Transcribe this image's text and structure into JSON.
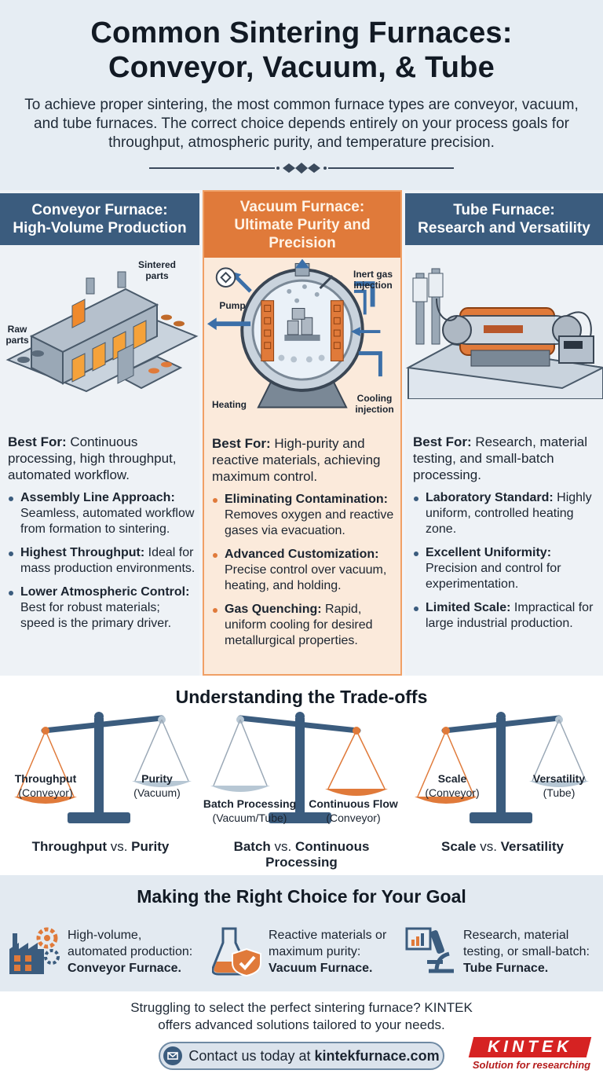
{
  "header": {
    "title_line1": "Common Sintering Furnaces:",
    "title_line2": "Conveyor, Vacuum, & Tube",
    "intro": "To achieve proper sintering, the most common furnace types are conveyor, vacuum, and tube furnaces. The correct choice depends entirely on your process goals for throughput, atmospheric purity, and temperature precision."
  },
  "columns": [
    {
      "title_line1": "Conveyor Furnace:",
      "title_line2": "High-Volume Production",
      "illus_labels": {
        "sintered": "Sintered parts",
        "raw": "Raw parts"
      },
      "best_label": "Best For:",
      "best_text": " Continuous processing, high throughput, automated workflow.",
      "bullets": [
        {
          "title": "Assembly Line Approach:",
          "text": " Seamless, automated workflow from formation to sintering."
        },
        {
          "title": "Highest Throughput:",
          "text": " Ideal for mass production environments."
        },
        {
          "title": "Lower Atmospheric Control:",
          "text": " Best for robust materials; speed is the primary driver."
        }
      ]
    },
    {
      "title_line1": "Vacuum Furnace:",
      "title_line2": "Ultimate Purity and Precision",
      "illus_labels": {
        "pump": "Pump",
        "inert": "Inert gas injection",
        "heating": "Heating",
        "cooling": "Cooling injection"
      },
      "best_label": "Best For:",
      "best_text": " High-purity and reactive materials, achieving maximum control.",
      "bullets": [
        {
          "title": "Eliminating Contamination:",
          "text": " Removes oxygen and reactive gases via evacuation."
        },
        {
          "title": "Advanced Customization:",
          "text": " Precise control over vacuum, heating, and holding."
        },
        {
          "title": "Gas Quenching:",
          "text": " Rapid, uniform cooling for desired metallurgical properties."
        }
      ]
    },
    {
      "title_line1": "Tube Furnace:",
      "title_line2": "Research and Versatility",
      "best_label": "Best For:",
      "best_text": " Research, material testing, and small-batch processing.",
      "bullets": [
        {
          "title": "Laboratory Standard:",
          "text": " Highly uniform, controlled heating zone."
        },
        {
          "title": "Excellent Uniformity:",
          "text": " Precision and control for experimentation."
        },
        {
          "title": "Limited Scale:",
          "text": " Impractical for large industrial production."
        }
      ]
    }
  ],
  "tradeoffs": {
    "title": "Understanding the Trade-offs",
    "scales": [
      {
        "left_main": "Throughput",
        "left_sub": "(Conveyor)",
        "right_main": "Purity",
        "right_sub": "(Vacuum)",
        "cap_a": "Throughput",
        "cap_vs": " vs. ",
        "cap_b": "Purity"
      },
      {
        "left_main": "Batch Processing",
        "left_sub": "(Vacuum/Tube)",
        "right_main": "Continuous Flow",
        "right_sub": "(Conveyor)",
        "cap_a": "Batch",
        "cap_vs": " vs. ",
        "cap_b": "Continuous Processing"
      },
      {
        "left_main": "Scale",
        "left_sub": "(Conveyor)",
        "right_main": "Versatility",
        "right_sub": "(Tube)",
        "cap_a": "Scale",
        "cap_vs": " vs. ",
        "cap_b": "Versatility"
      }
    ]
  },
  "choice": {
    "title": "Making the Right Choice for Your Goal",
    "options": [
      {
        "line1": "High-volume,",
        "line2": "automated production:",
        "answer": "Conveyor Furnace."
      },
      {
        "line1": "Reactive materials or",
        "line2": "maximum purity:",
        "answer": "Vacuum Furnace."
      },
      {
        "line1": "Research, material",
        "line2": "testing, or small-batch:",
        "answer": "Tube Furnace."
      }
    ]
  },
  "footer": {
    "line1": "Struggling to select the perfect sintering furnace? KINTEK",
    "line2": "offers advanced solutions tailored to your needs.",
    "contact_prefix": "Contact us today at",
    "contact_site": "kintekfurnace.com",
    "logo_text": "KINTEK",
    "logo_tagline": "Solution for researching"
  },
  "colors": {
    "navy": "#3b5c7e",
    "orange": "#e07a3a",
    "brand_red": "#d62222"
  }
}
